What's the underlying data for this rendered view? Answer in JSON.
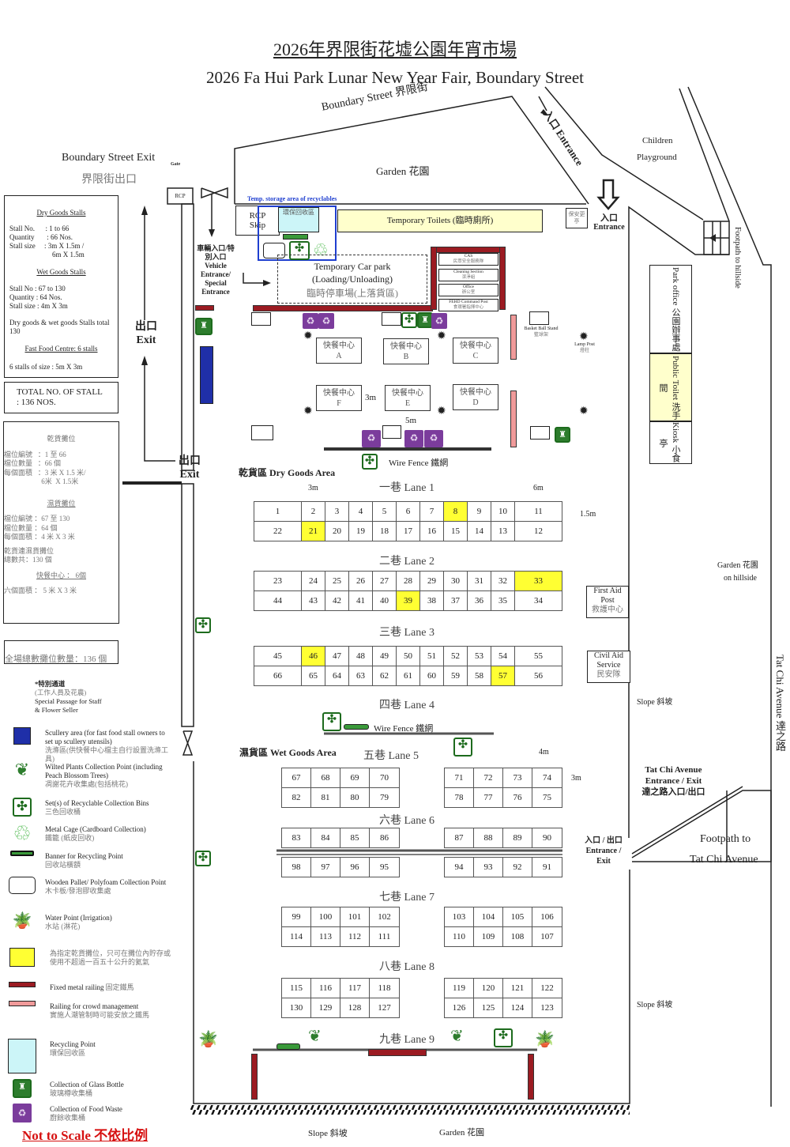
{
  "title_zh": "2026年界限街花墟公園年宵市場",
  "title_en": "2026 Fa Hui Park Lunar New Year Fair, Boundary Street",
  "map": {
    "boundary_street": "Boundary Street 界限街",
    "boundary_exit_en": "Boundary Street Exit",
    "boundary_exit_zh": "界限街出口",
    "gate": "Gate",
    "rcp": "RCP",
    "garden_top": "Garden  花園",
    "temp_storage": "Temp. storage area of recyclables",
    "rcp_skip": "RCP Skip",
    "recycling_point_zh": "環保回收區",
    "temp_toilets": "Temporary Toilets (臨時廁所)",
    "security_kiosk": "保安更亭",
    "entrance_diag": "入口 Entrance",
    "entrance_zh": "入口",
    "entrance_en": "Entrance",
    "children": "Children",
    "playground": "Playground",
    "footpath_hillside": "Footpath to hillside",
    "park_office": "Park office 公園辦事處",
    "public_toilet": "Public Toilet 洗手間",
    "kiosk": "Kiosk 小食亭",
    "vehicle_zh": "車輛入口/特別入口",
    "vehicle_en": "Vehicle Entrance/ Special Entrance",
    "carpark_1": "Temporary Car park",
    "carpark_2": "(Loading/Unloading)",
    "carpark_3": "臨時停車場(上落貨區)",
    "cas_en": "CAS",
    "cas_zh": "民眾安全服務隊",
    "cleaning_en": "Cleaning Section",
    "cleaning_zh": "潔淨組",
    "office_en": "Office",
    "office_zh": "辦公室",
    "fehd_en": "FEHD Command Post",
    "fehd_zh": "食環署指揮中心",
    "basketball_en": "Basket Ball Stand",
    "basketball_zh": "籃球架",
    "lamp_en": "Lamp Post",
    "lamp_zh": "燈柱",
    "exit_zh": "出口",
    "exit_en": "Exit",
    "fast_food_zh": "快餐中心",
    "fast_food": [
      "A",
      "B",
      "C",
      "F",
      "E",
      "D"
    ],
    "dim_3m": "3m",
    "dim_5m": "5m",
    "dim_6m": "6m",
    "dim_15m": "1.5m",
    "dim_4m": "4m",
    "wire_fence": "Wire Fence 鐵網",
    "dry_area": "乾貨區 Dry Goods Area",
    "wet_area": "濕貨區 Wet Goods Area",
    "first_aid": [
      "First Aid",
      "Post",
      "救護中心"
    ],
    "civil_aid": [
      "Civil Aid",
      "Service",
      "民安隊"
    ],
    "garden_hillside_1": "Garden  花園",
    "garden_hillside_2": "on hillside",
    "slope": "Slope 斜坡",
    "tatchi_ent": [
      "Tat Chi Avenue",
      "Entrance / Exit",
      "達之路入口/出口"
    ],
    "ent_exit": [
      "入口 / 出口",
      "Entrance /",
      "Exit"
    ],
    "footpath_tatchi": [
      "Footpath to",
      "Tat Chi Avenue"
    ],
    "tat_chi_avenue": "Tat Chi Avenue  達之路",
    "bottom_slope": "Slope 斜坡",
    "bottom_garden": "Garden  花園",
    "not_to_scale": "Not to Scale 不依比例"
  },
  "lanes": [
    {
      "label": "一巷 Lane 1",
      "rows": [
        [
          "1",
          "2",
          "3",
          "4",
          "5",
          "6",
          "7",
          "8",
          "9",
          "10",
          "11"
        ],
        [
          "22",
          "21",
          "20",
          "19",
          "18",
          "17",
          "16",
          "15",
          "14",
          "13",
          "12"
        ]
      ],
      "highlight": [
        "8",
        "21"
      ]
    },
    {
      "label": "二巷 Lane 2",
      "rows": [
        [
          "23",
          "24",
          "25",
          "26",
          "27",
          "28",
          "29",
          "30",
          "31",
          "32",
          "33"
        ],
        [
          "44",
          "43",
          "42",
          "41",
          "40",
          "39",
          "38",
          "37",
          "36",
          "35",
          "34"
        ]
      ],
      "highlight": [
        "33",
        "39"
      ]
    },
    {
      "label": "三巷 Lane 3",
      "rows": [
        [
          "45",
          "46",
          "47",
          "48",
          "49",
          "50",
          "51",
          "52",
          "53",
          "54",
          "55"
        ],
        [
          "66",
          "65",
          "64",
          "63",
          "62",
          "61",
          "60",
          "59",
          "58",
          "57",
          "56"
        ]
      ],
      "highlight": [
        "46",
        "57"
      ]
    },
    {
      "label": "四巷 Lane 4"
    },
    {
      "label": "五巷 Lane 5",
      "rows": [
        [
          "67",
          "68",
          "69",
          "70",
          "71",
          "72",
          "73",
          "74"
        ],
        [
          "82",
          "81",
          "80",
          "79",
          "78",
          "77",
          "76",
          "75"
        ]
      ]
    },
    {
      "label": "六巷 Lane 6",
      "rows": [
        [
          "83",
          "84",
          "85",
          "86",
          "87",
          "88",
          "89",
          "90"
        ],
        [
          "98",
          "97",
          "96",
          "95",
          "94",
          "93",
          "92",
          "91"
        ]
      ]
    },
    {
      "label": "七巷 Lane 7",
      "rows": [
        [
          "99",
          "100",
          "101",
          "102",
          "103",
          "104",
          "105",
          "106"
        ],
        [
          "114",
          "113",
          "112",
          "111",
          "110",
          "109",
          "108",
          "107"
        ]
      ]
    },
    {
      "label": "八巷 Lane 8",
      "rows": [
        [
          "115",
          "116",
          "117",
          "118",
          "119",
          "120",
          "121",
          "122"
        ],
        [
          "130",
          "129",
          "128",
          "127",
          "126",
          "125",
          "124",
          "123"
        ]
      ]
    },
    {
      "label": "九巷 Lane 9"
    }
  ],
  "info_en": {
    "dry_title": "Dry Goods Stalls",
    "dry_lines": [
      "Stall No.      : 1 to 66",
      "Quantity       : 66 Nos.",
      "Stall size     : 3m X 1.5m /",
      "                        6m X 1.5m"
    ],
    "wet_title": "Wet Goods Stalls",
    "wet_lines": [
      "Stall No :  67 to 130",
      "Quantity :  64 Nos.",
      "Stall size :  4m X 3m"
    ],
    "total_line": "Dry goods & wet goods Stalls total 130",
    "fast_title": "Fast Food Centre: 6 stalls",
    "fast_size": "6 stalls of size : 5m X 3m",
    "grand_total": "TOTAL NO. OF STALL : 136 NOS."
  },
  "info_zh": {
    "dry_title": "乾貨攤位",
    "dry_lines": [
      "檔位編號   ：1 至 66",
      "檔位數量   ：66 個",
      "每個面積   ：3 米 X 1.5 米/",
      "                     6米  X 1.5米"
    ],
    "wet_title": "濕貨攤位",
    "wet_lines": [
      "檔位編號   ：67 至 130",
      "檔位數量   ：64 個",
      "每個面積   ：4 米 X 3 米"
    ],
    "total_lines": [
      "乾貨連濕貨攤位",
      "總數共：130 個"
    ],
    "fast_title": "快餐中心   ：   6個",
    "fast_size": "六個面積   ：   5 米 X 3 米",
    "grand_total": "全場總數攤位數量：136 個"
  },
  "special_passage": [
    "*特別通道",
    "(工作人員及花農)",
    "Special Passage for Staff",
    "& Flower Seller"
  ],
  "legend": [
    {
      "icon": "scullery-square",
      "en": "Scullery area (for fast food stall owners to set up scullery utensils)",
      "zh": "洗滌區(供快餐中心檔主自行設置洗滌工具)"
    },
    {
      "icon": "wilted-plant",
      "en": "Wilted Plants Collection Point (including Peach Blossom Trees)",
      "zh": "凋謝花卉收集處(包括桃花)"
    },
    {
      "icon": "recycle-bins",
      "en": "Set(s) of Recyclable Collection Bins",
      "zh": "三色回收桶"
    },
    {
      "icon": "recycle-triangle",
      "en": "Metal Cage (Cardboard Collection)",
      "zh": "鐵籠 (紙皮回收)"
    },
    {
      "icon": "green-banner",
      "en": "Banner for Recycling Point",
      "zh": "回收站橫額"
    },
    {
      "icon": "pallet",
      "en": "Wooden Pallet/ Polyfoam Collection Point",
      "zh": "木卡板/發泡膠收集處"
    },
    {
      "icon": "watering-can",
      "en": "Water Point (Irrigation)",
      "zh": "水站 (淋花)"
    },
    {
      "icon": "yellow-square",
      "en": "",
      "zh": "為指定乾貨攤位，只可在攤位內貯存或使用不超過一百五十公升的氦氣"
    },
    {
      "icon": "fixed-railing",
      "en": "Fixed metal railing",
      "zh": "固定鐵馬"
    },
    {
      "icon": "crowd-railing",
      "en": "Railing for crowd management",
      "zh": "實施人潮管制時可能安放之鐵馬"
    },
    {
      "icon": "recycling-point",
      "en": "Recycling Point",
      "zh": "環保回收區"
    },
    {
      "icon": "glass-bottle",
      "en": "Collection of Glass Bottle",
      "zh": "玻璃樽收集桶"
    },
    {
      "icon": "food-waste",
      "en": "Collection of Food Waste",
      "zh": "廚餘收集桶"
    }
  ],
  "colors": {
    "highlight": "#ffff33",
    "fixed_railing": "#9b1b22",
    "crowd_railing": "#f09a9a",
    "recycle_green": "#1d6b1d",
    "food_waste": "#7b3c9c",
    "scullery": "#1f2fa8",
    "toilets": "#ffffcc",
    "recycling_point": "#ccf5f8",
    "temp_storage": "#1f3fd0",
    "not_to_scale": "#d61010"
  }
}
